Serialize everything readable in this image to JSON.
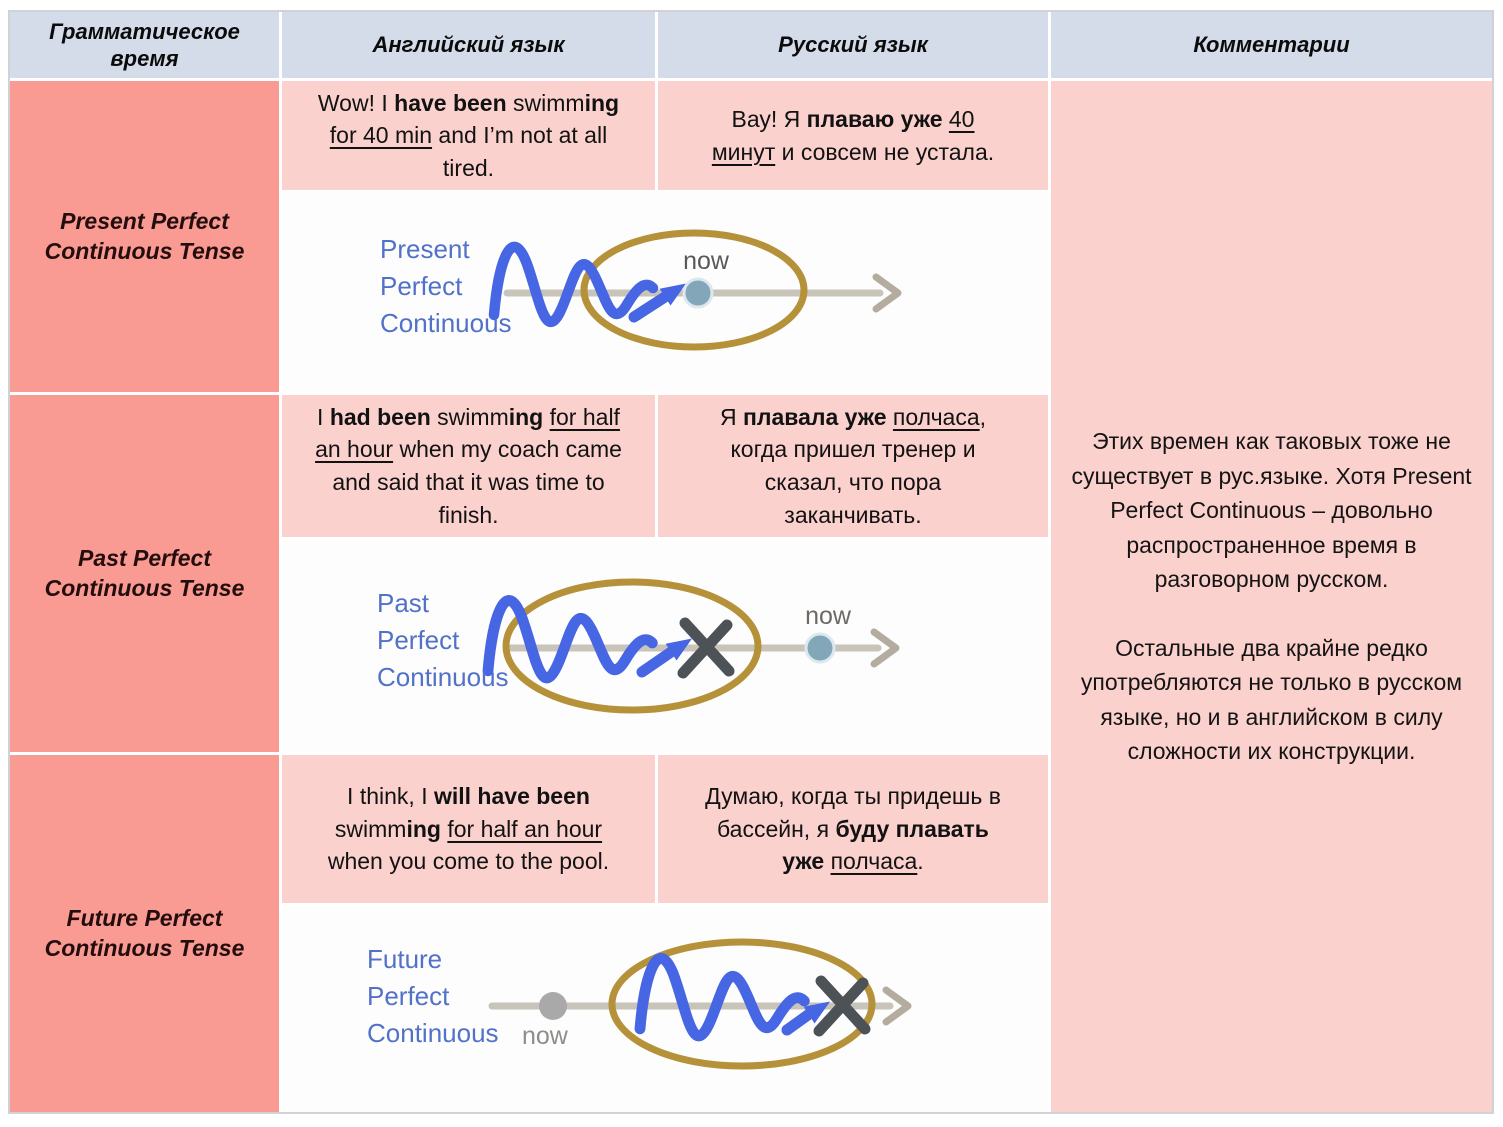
{
  "header": {
    "cols": [
      "Грамматическое время",
      "Английский язык",
      "Русский язык",
      "Комментарии"
    ]
  },
  "rows": [
    {
      "tense": "Present Perfect Continuous Tense",
      "english": [
        {
          "t": "Wow! I "
        },
        {
          "t": "have been",
          "b": true
        },
        {
          "t": " swimm"
        },
        {
          "t": "ing",
          "b": true
        },
        {
          "t": " "
        },
        {
          "t": "for 40 min",
          "u": true
        },
        {
          "t": " and I’m not at all tired."
        }
      ],
      "russian": [
        {
          "t": "Вау! Я "
        },
        {
          "t": "плаваю уже",
          "b": true
        },
        {
          "t": " "
        },
        {
          "t": "40 минут",
          "u": true
        },
        {
          "t": " и совсем не устала."
        }
      ],
      "diagram": {
        "label_lines": [
          "Present",
          "Perfect",
          "Continuous"
        ],
        "now_label": "now"
      }
    },
    {
      "tense": "Past Perfect Continuous Tense",
      "english": [
        {
          "t": "I "
        },
        {
          "t": "had been",
          "b": true
        },
        {
          "t": " swimm"
        },
        {
          "t": "ing",
          "b": true
        },
        {
          "t": " "
        },
        {
          "t": "for half an hour",
          "u": true
        },
        {
          "t": " when my coach came and said that it was time to finish."
        }
      ],
      "russian": [
        {
          "t": "Я "
        },
        {
          "t": "плавала уже",
          "b": true
        },
        {
          "t": " "
        },
        {
          "t": "полчаса",
          "u": true
        },
        {
          "t": ", когда пришел тренер и сказал, что пора заканчивать."
        }
      ],
      "diagram": {
        "label_lines": [
          "Past",
          "Perfect",
          "Continuous"
        ],
        "now_label": "now"
      }
    },
    {
      "tense": "Future Perfect Continuous Tense",
      "english": [
        {
          "t": "I think, I "
        },
        {
          "t": "will have been",
          "b": true
        },
        {
          "t": " swimm"
        },
        {
          "t": "ing",
          "b": true
        },
        {
          "t": " "
        },
        {
          "t": "for half an hour",
          "u": true
        },
        {
          "t": " when you come to the pool."
        }
      ],
      "russian": [
        {
          "t": "Думаю, когда ты придешь в бассейн, я "
        },
        {
          "t": "буду плавать уже",
          "b": true
        },
        {
          "t": " "
        },
        {
          "t": "полчаса",
          "u": true
        },
        {
          "t": "."
        }
      ],
      "diagram": {
        "label_lines": [
          "Future",
          "Perfect",
          "Continuous"
        ],
        "now_label": "now"
      }
    }
  ],
  "comments": {
    "paragraphs": [
      "Этих времен как таковых тоже не существует в рус.языке. Хотя Present Perfect Continuous – довольно распространенное время в разговорном русском.",
      "Остальные два крайне редко употребляются не только в русском языке, но и в английском в силу сложности их конструкции."
    ]
  },
  "colors": {
    "header_bg": "#d4dbe9",
    "tense_bg": "#f99a93",
    "example_bg": "#fad1cd",
    "diagram_bg": "#fdfdfd",
    "label_blue": "#5271c8",
    "squiggle_blue": "#4666e3",
    "ellipse_gold": "#b5923a",
    "timeline_gray": "#c9c4ba",
    "x_mark": "#4d5257",
    "now_dot_steel": "#83a6b9",
    "now_dot_gray": "#a9a9a9",
    "now_text_dark": "#58595b",
    "now_text_gray": "#8f8d8a"
  }
}
